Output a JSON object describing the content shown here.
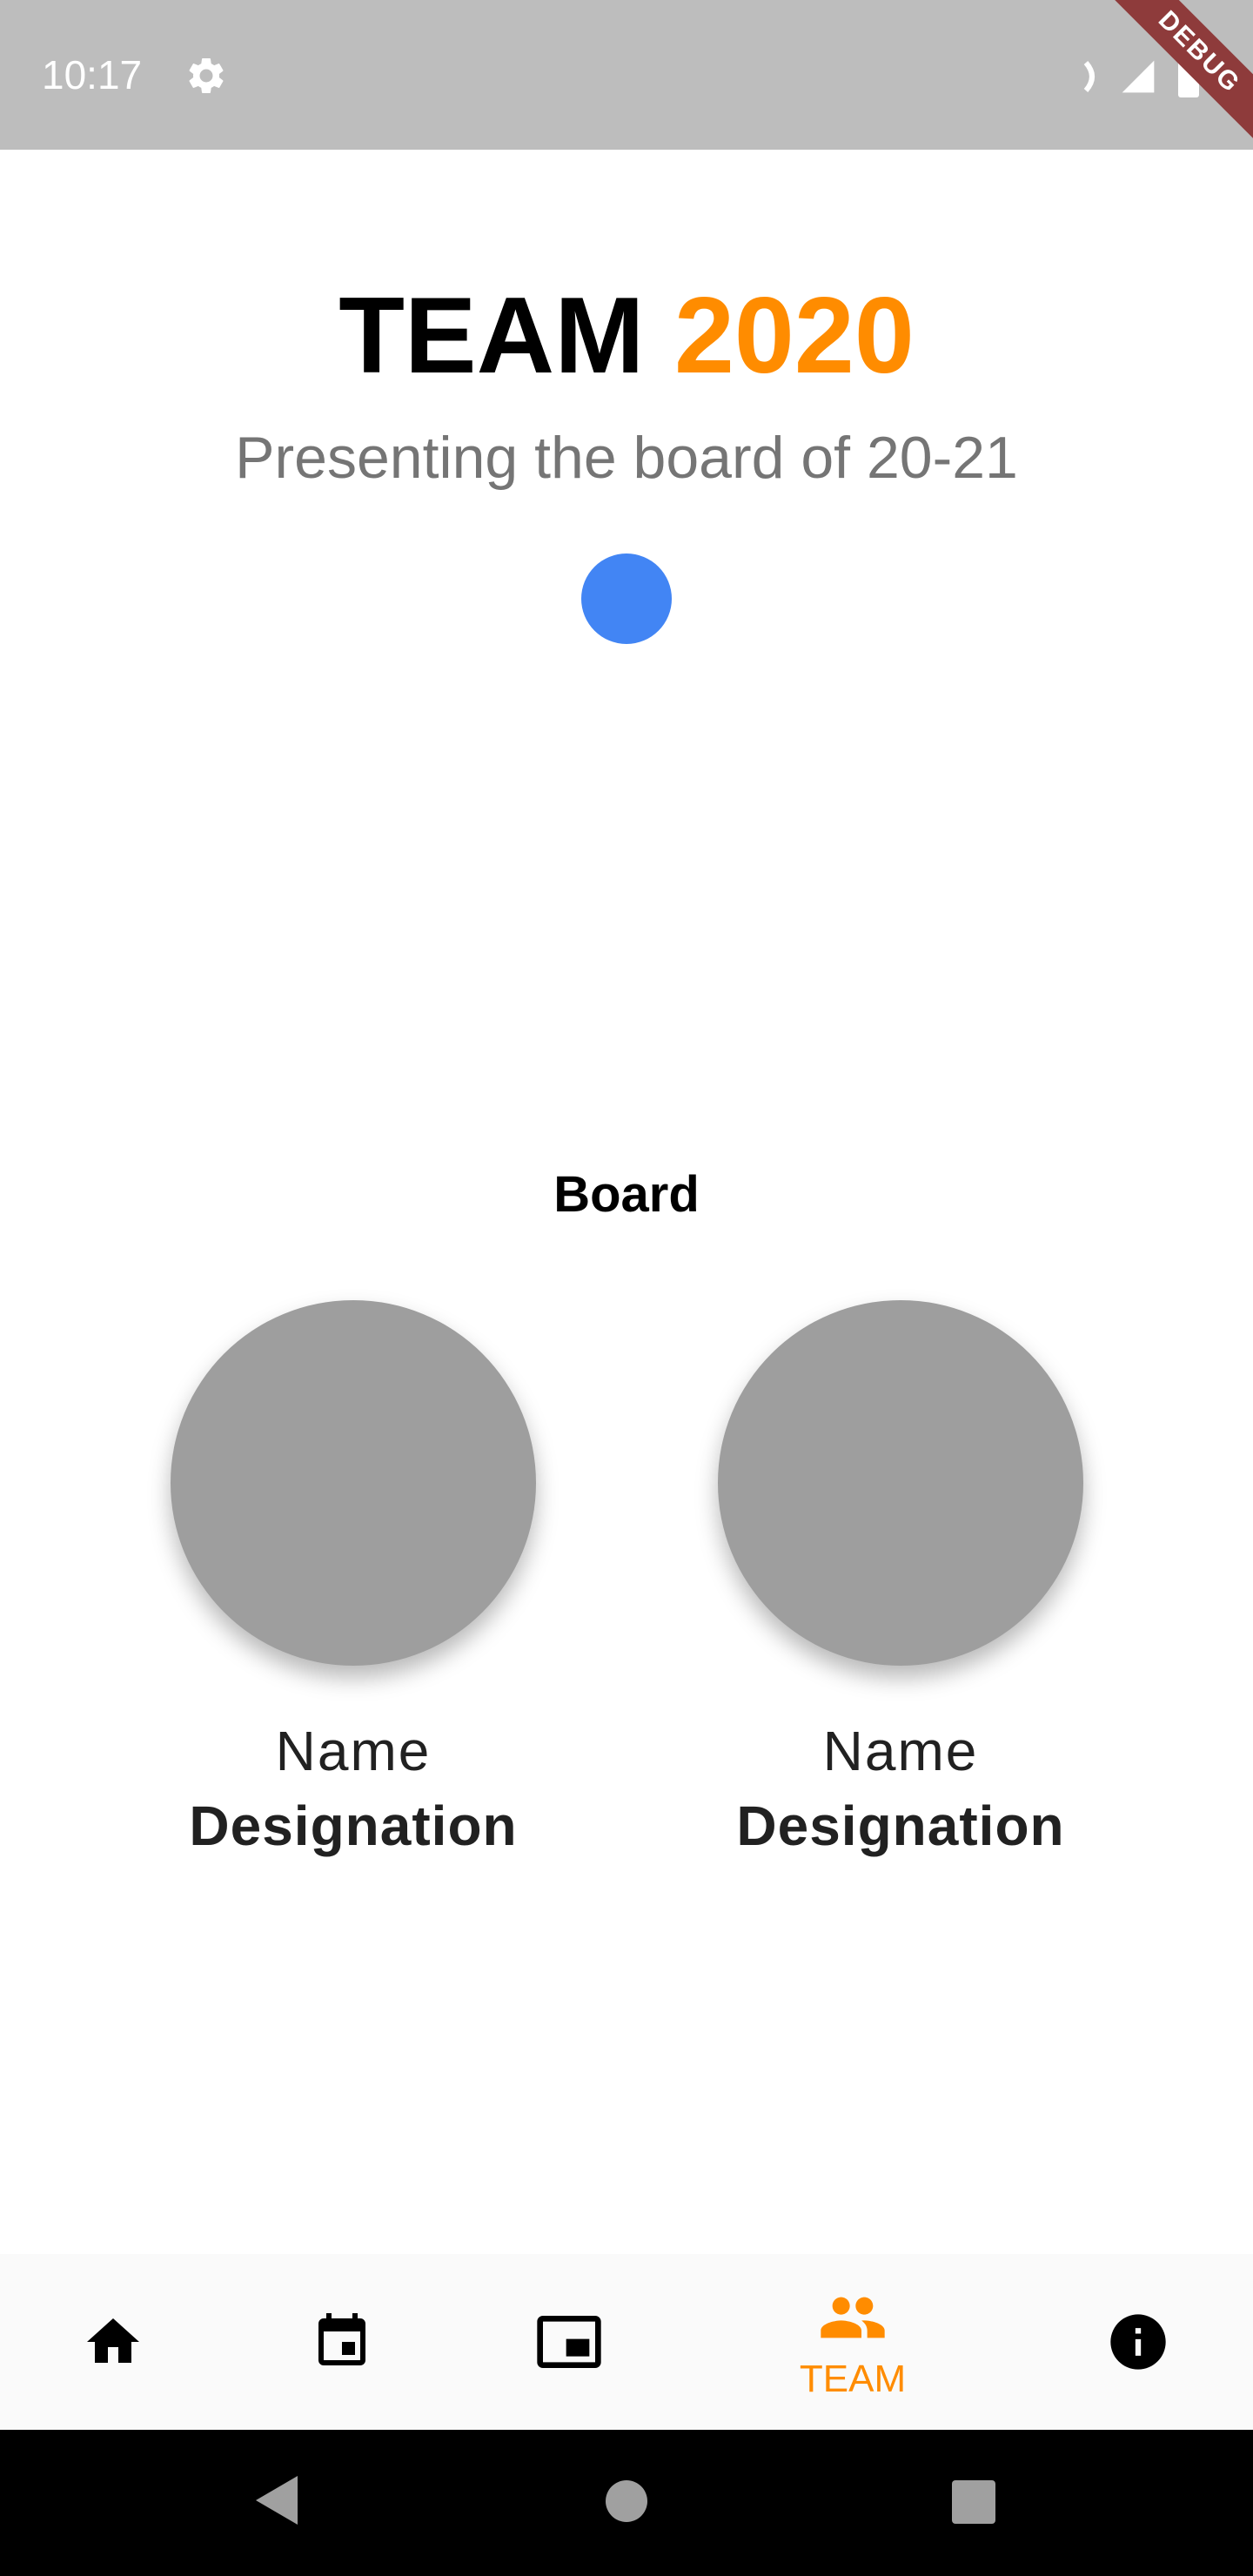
{
  "status_bar": {
    "time": "10:17",
    "debug_banner": "DEBUG",
    "icons": [
      "gear-icon",
      "wifi-icon",
      "signal-icon",
      "battery-icon"
    ]
  },
  "header": {
    "title_prefix": "TEAM",
    "title_year": "2020",
    "subtitle": "Presenting the board of 20-21"
  },
  "loader": {
    "color": "#4285f4"
  },
  "board": {
    "label": "Board",
    "members": [
      {
        "name": "Name",
        "designation": "Designation"
      },
      {
        "name": "Name",
        "designation": "Designation"
      }
    ]
  },
  "bottom_nav": {
    "items": [
      {
        "icon": "home-icon",
        "label": ""
      },
      {
        "icon": "calendar-icon",
        "label": ""
      },
      {
        "icon": "gallery-icon",
        "label": ""
      },
      {
        "icon": "team-icon",
        "label": "TEAM",
        "active": true
      },
      {
        "icon": "info-icon",
        "label": ""
      }
    ],
    "active_color": "#ff8c00"
  },
  "system_nav": {
    "icons": [
      "back-icon",
      "home-circle-icon",
      "recents-icon"
    ]
  },
  "colors": {
    "accent": "#ff8c00",
    "status_bar": "#bdbdbd",
    "avatar_placeholder": "#9e9e9e"
  }
}
